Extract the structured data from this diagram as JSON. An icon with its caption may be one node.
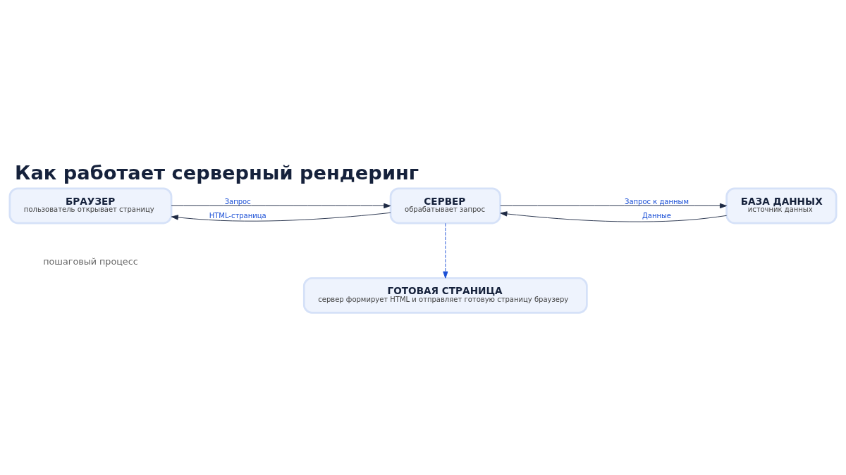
{
  "diagram": {
    "title": "Как работает серверный рендеринг",
    "nodes": [
      {
        "text": [
          "БРАУЗЕР",
          "пользователь открывает страницу"
        ]
      },
      {
        "text": [
          "СЕРВЕР",
          "обрабатывает запрос"
        ]
      },
      {
        "text": [
          "БАЗА ДАННЫХ",
          "источник данных"
        ]
      },
      {
        "text": [
          "ГОТОВАЯ СТРАНИЦА",
          "сервер формирует HTML и отправляет готовую страницу браузеру"
        ]
      }
    ],
    "edges": [
      {
        "from": 0,
        "to": 1,
        "arrow": "to",
        "label": "Запрос"
      },
      {
        "from": 1,
        "to": 0,
        "arrow": "to",
        "label": "HTML-страница"
      },
      {
        "from": 1,
        "to": 2,
        "arrow": "to",
        "label": "Запрос к данным"
      },
      {
        "from": 2,
        "to": 1,
        "arrow": "to",
        "label": "Данные"
      },
      {
        "from": 1,
        "to": 3,
        "arrow": "to",
        "style": "dashed",
        "color": "#1a4fd6"
      }
    ],
    "labels": [
      "пошаговый процесс"
    ]
  }
}
